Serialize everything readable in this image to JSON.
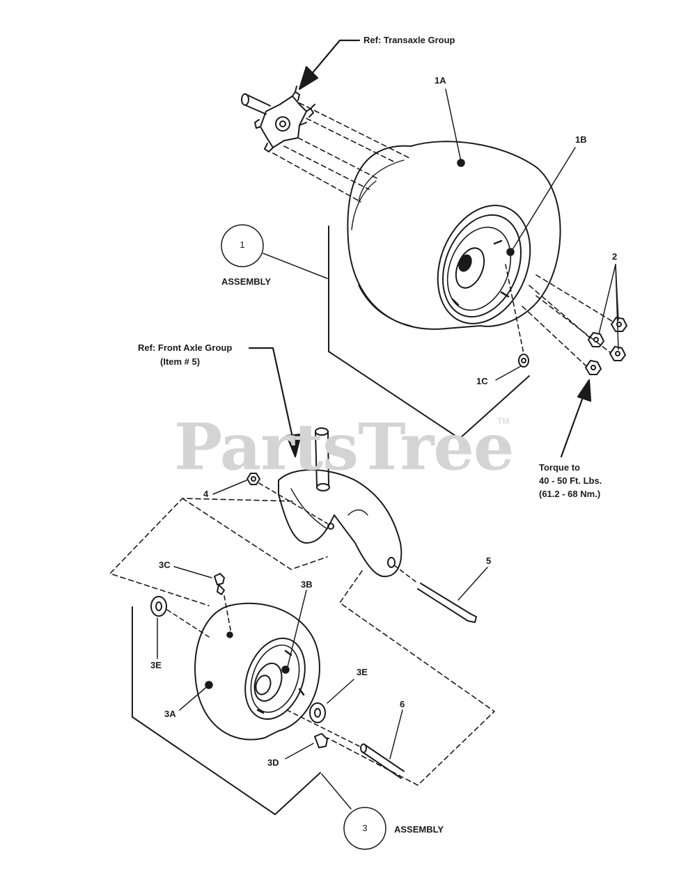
{
  "watermark": {
    "text": "PartsTree",
    "tm": "TM"
  },
  "labels": {
    "ref_transaxle": "Ref: Transaxle Group",
    "p1A": "1A",
    "p1B": "1B",
    "p1C": "1C",
    "p1": "1",
    "assembly1": "ASSEMBLY",
    "p2": "2",
    "ref_front_axle": "Ref: Front Axle Group",
    "ref_front_axle_item": "(Item # 5)",
    "torque_line1": "Torque to",
    "torque_line2": "40 - 50 Ft. Lbs.",
    "torque_line3": "(61.2 - 68 Nm.)",
    "p4": "4",
    "p3C": "3C",
    "p3B": "3B",
    "p5": "5",
    "p3E_left": "3E",
    "p3E_right": "3E",
    "p3A": "3A",
    "p6": "6",
    "p3D": "3D",
    "p3": "3",
    "assembly3": "ASSEMBLY"
  }
}
